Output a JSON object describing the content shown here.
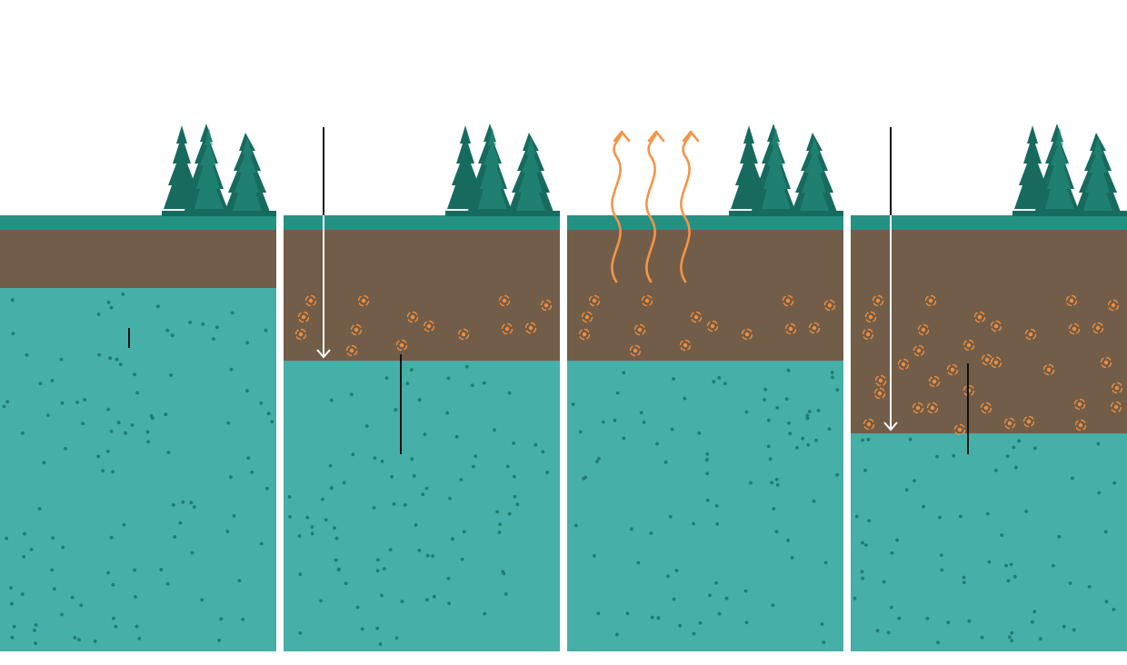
{
  "colors": {
    "background": "#ffffff",
    "grass": "#249183",
    "soil": "#725d48",
    "permafrost": "#46afa7",
    "permafrost_dots": "#1e7c70",
    "tree_dark": "#176b5e",
    "tree_light": "#279281",
    "microbe": "#ef8e3f",
    "gas_arrow": "#f39546",
    "heat_arrow": "#ffffff",
    "marker_line": "#111111"
  },
  "panels": [
    {
      "stage": 1,
      "thaw_depth_ratio": 0.0,
      "microbes": false,
      "heat_arrow": false,
      "gas_release": false
    },
    {
      "stage": 2,
      "thaw_depth_ratio": 0.5,
      "microbes": true,
      "heat_arrow": true,
      "gas_release": false
    },
    {
      "stage": 3,
      "thaw_depth_ratio": 0.5,
      "microbes": true,
      "heat_arrow": false,
      "gas_release": true
    },
    {
      "stage": 4,
      "thaw_depth_ratio": 1.0,
      "microbes": true,
      "heat_arrow": true,
      "gas_release": false
    }
  ]
}
